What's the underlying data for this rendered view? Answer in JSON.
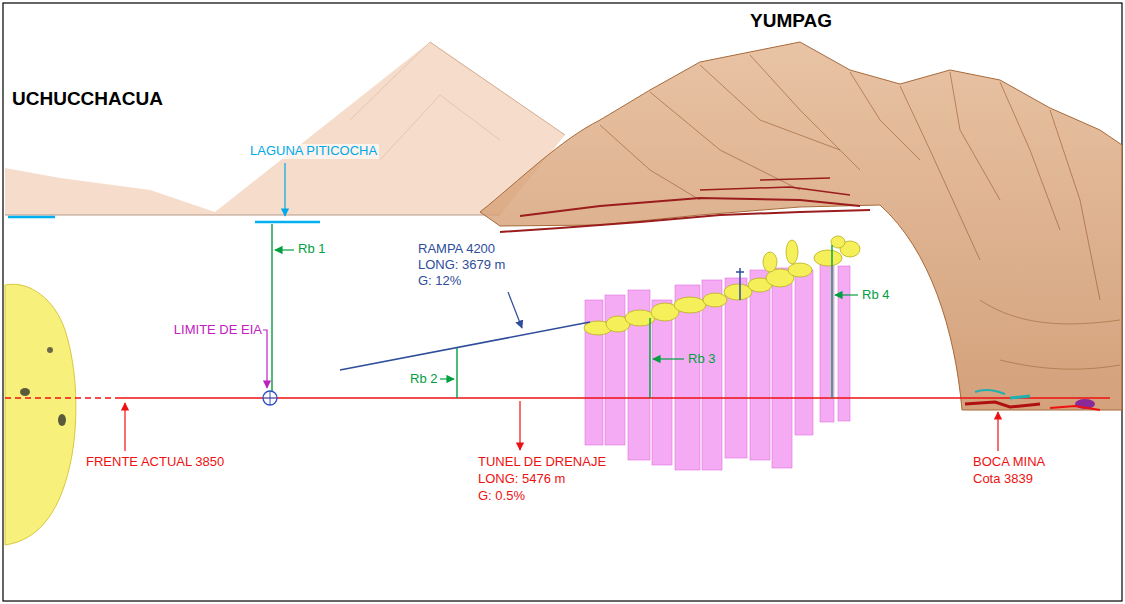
{
  "diagram": {
    "labels": [
      "UCHUCCHACUA",
      "YUMPAG",
      "LAGUNA PITICOCHA",
      "Rb 1",
      "RAMPA 4200",
      "LONG: 3679 m",
      "G: 12%",
      "LIMITE DE EIA",
      "Rb 2",
      "Rb 3",
      "Rb 4",
      "FRENTE ACTUAL 3850",
      "TUNEL DE DRENAJE",
      "LONG: 5476 m",
      "G: 0.5%",
      "BOCA MINA",
      "Cota 3839"
    ]
  }
}
